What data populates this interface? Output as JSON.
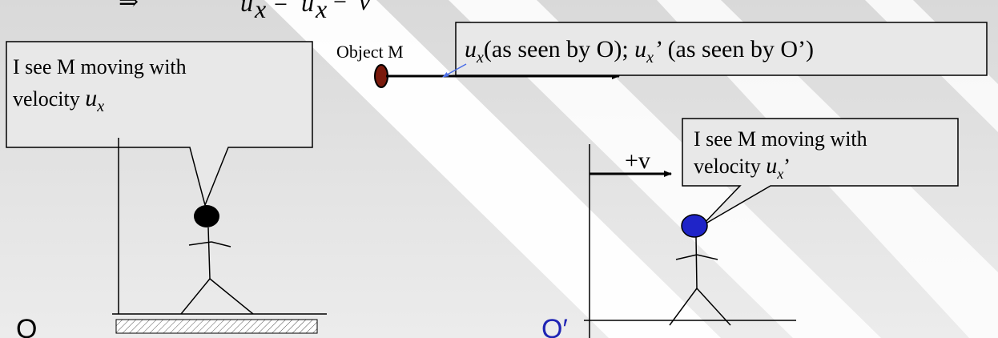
{
  "equation": {
    "arrow_symbol": "⇒",
    "var_main": "u",
    "sub_main": "x",
    "op1": "=",
    "var_second": "u",
    "sub_second": "x",
    "op2": "−",
    "var_v": "v"
  },
  "object": {
    "label": "Object M"
  },
  "velocity_box": {
    "var1": "u",
    "sub1": "x",
    "text1": "(as seen by O); ",
    "var2": "u",
    "sub2": "x",
    "prime2": "’",
    "text2": " (as seen by O’)"
  },
  "observer_o": {
    "label": "O",
    "label_color": "#000000",
    "bubble_line1": "I see M moving with",
    "bubble_line2_text": "velocity ",
    "bubble_line2_var": "u",
    "bubble_line2_sub": "x"
  },
  "observer_o_prime": {
    "label": "O′",
    "label_color": "#1f24b4",
    "head_color": "#1f24c8",
    "bubble_line1": "I see M moving with",
    "bubble_line2_text": "velocity ",
    "bubble_line2_var": "u",
    "bubble_line2_sub": "x",
    "bubble_line2_suffix": "’",
    "frame_velocity_label": "+v"
  },
  "colors": {
    "bubble_fill": "#e8e8e8",
    "stripe": "#ffffff",
    "object_fill": "#7a1a0c",
    "pointer_line": "#4b6ee8"
  }
}
